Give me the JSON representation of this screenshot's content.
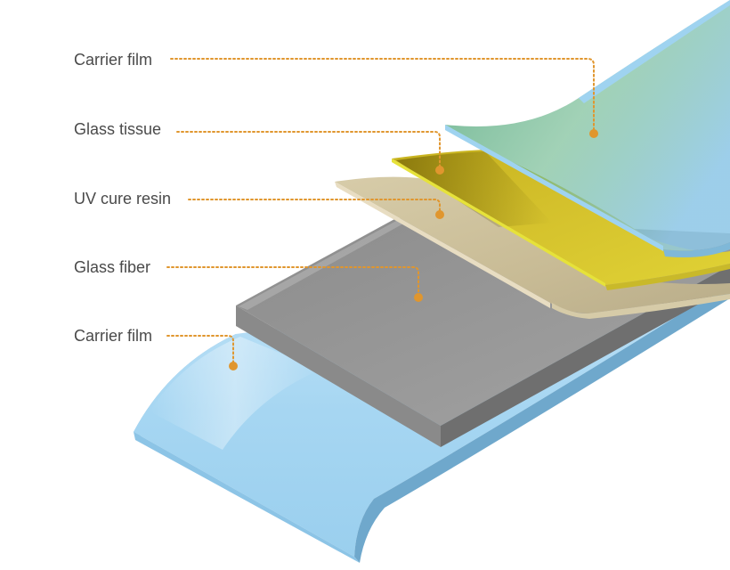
{
  "labels": {
    "carrier_film_top": "Carrier film",
    "glass_tissue": "Glass tissue",
    "uv_cure_resin": "UV cure resin",
    "glass_fiber": "Glass fiber",
    "carrier_film_bottom": "Carrier film"
  },
  "colors": {
    "leader_line": "#E0962E",
    "carrier_film": "#A6D6F2",
    "carrier_film_edge": "#6FA8CC",
    "glass_tissue": "#D8C836",
    "glass_tissue_edge": "#E4E23A",
    "uv_cure_resin": "#E8DDC2",
    "glass_fiber": "#8E8E8E",
    "label_text": "#4A4A4A"
  }
}
